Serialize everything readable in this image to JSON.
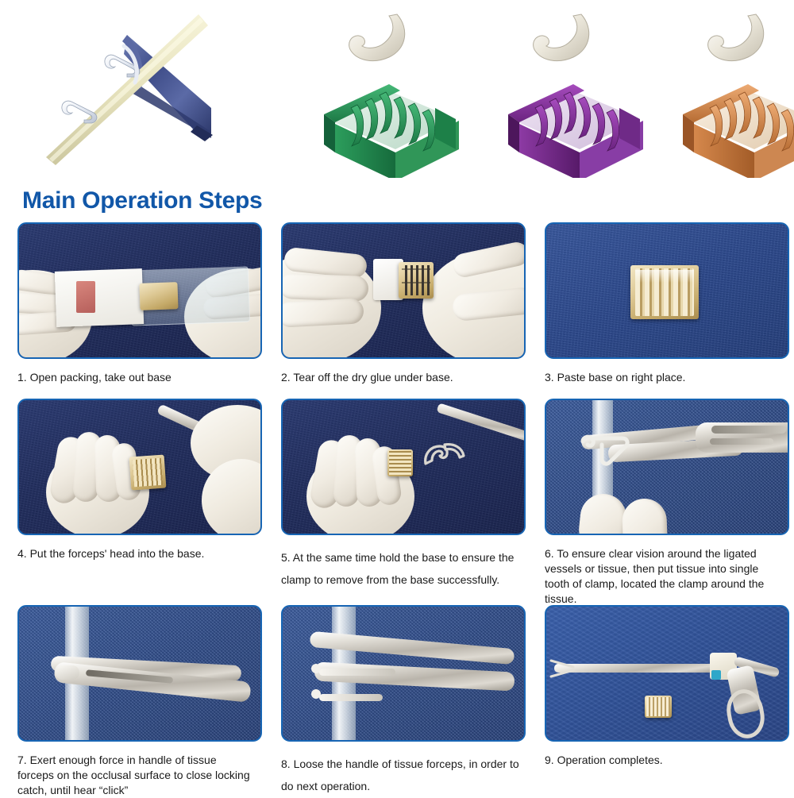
{
  "hero": {
    "applicator": {
      "name": "clip-applicator-with-vessel",
      "handle_color": "#4a5a96",
      "vessel_color": "#e9e6c4",
      "clip_color": "#dfe6ef"
    },
    "cartridges": [
      {
        "name": "green-clip-cartridge",
        "color": "#2f9e5e",
        "dark": "#1b7544",
        "clip_color": "#cfe6da",
        "clip_count": 6
      },
      {
        "name": "purple-clip-cartridge",
        "color": "#8c3a9e",
        "dark": "#5f2370",
        "clip_color": "#ded2e6",
        "clip_count": 6
      },
      {
        "name": "orange-clip-cartridge",
        "color": "#d4894e",
        "dark": "#a76232",
        "clip_color": "#f0e3cf",
        "clip_count": 6
      }
    ],
    "single_clip_color": "#e8e4d8"
  },
  "title": "Main Operation Steps",
  "title_color": "#1157a8",
  "frame_color": "#1765b4",
  "steps": [
    {
      "id": 1,
      "caption": "1. Open packing, take out base",
      "bg": "bg-navy",
      "scene": "packing",
      "loose": false
    },
    {
      "id": 2,
      "caption": "2. Tear off the dry glue under base.",
      "bg": "bg-navy",
      "scene": "tearglue",
      "loose": false
    },
    {
      "id": 3,
      "caption": "3. Paste base on right place.",
      "bg": "bg-royal",
      "scene": "basealone",
      "loose": false
    },
    {
      "id": 4,
      "caption": "4. Put the forceps' head into the base.",
      "bg": "bg-navy",
      "scene": "insert",
      "loose": false
    },
    {
      "id": 5,
      "caption": "5. At the same time hold the base to ensure the clamp to remove from the base successfully.",
      "bg": "bg-navy",
      "scene": "remove",
      "loose": true
    },
    {
      "id": 6,
      "caption": "6. To ensure clear vision around the ligated vessels or tissue, then put tissue into single tooth of clamp, located the clamp around the tissue.",
      "bg": "bg-denim",
      "scene": "locate",
      "loose": false
    },
    {
      "id": 7,
      "caption": "7. Exert enough force in handle of tissue forceps on the occlusal surface to close locking catch,  until hear  “click”",
      "bg": "bg-denim",
      "scene": "close",
      "loose": false
    },
    {
      "id": 8,
      "caption": "8. Loose the handle of tissue forceps, in order to do next operation.",
      "bg": "bg-denim",
      "scene": "loosen",
      "loose": true
    },
    {
      "id": 9,
      "caption": "9. Operation completes.",
      "bg": "bg-felt",
      "scene": "complete",
      "loose": false
    }
  ]
}
